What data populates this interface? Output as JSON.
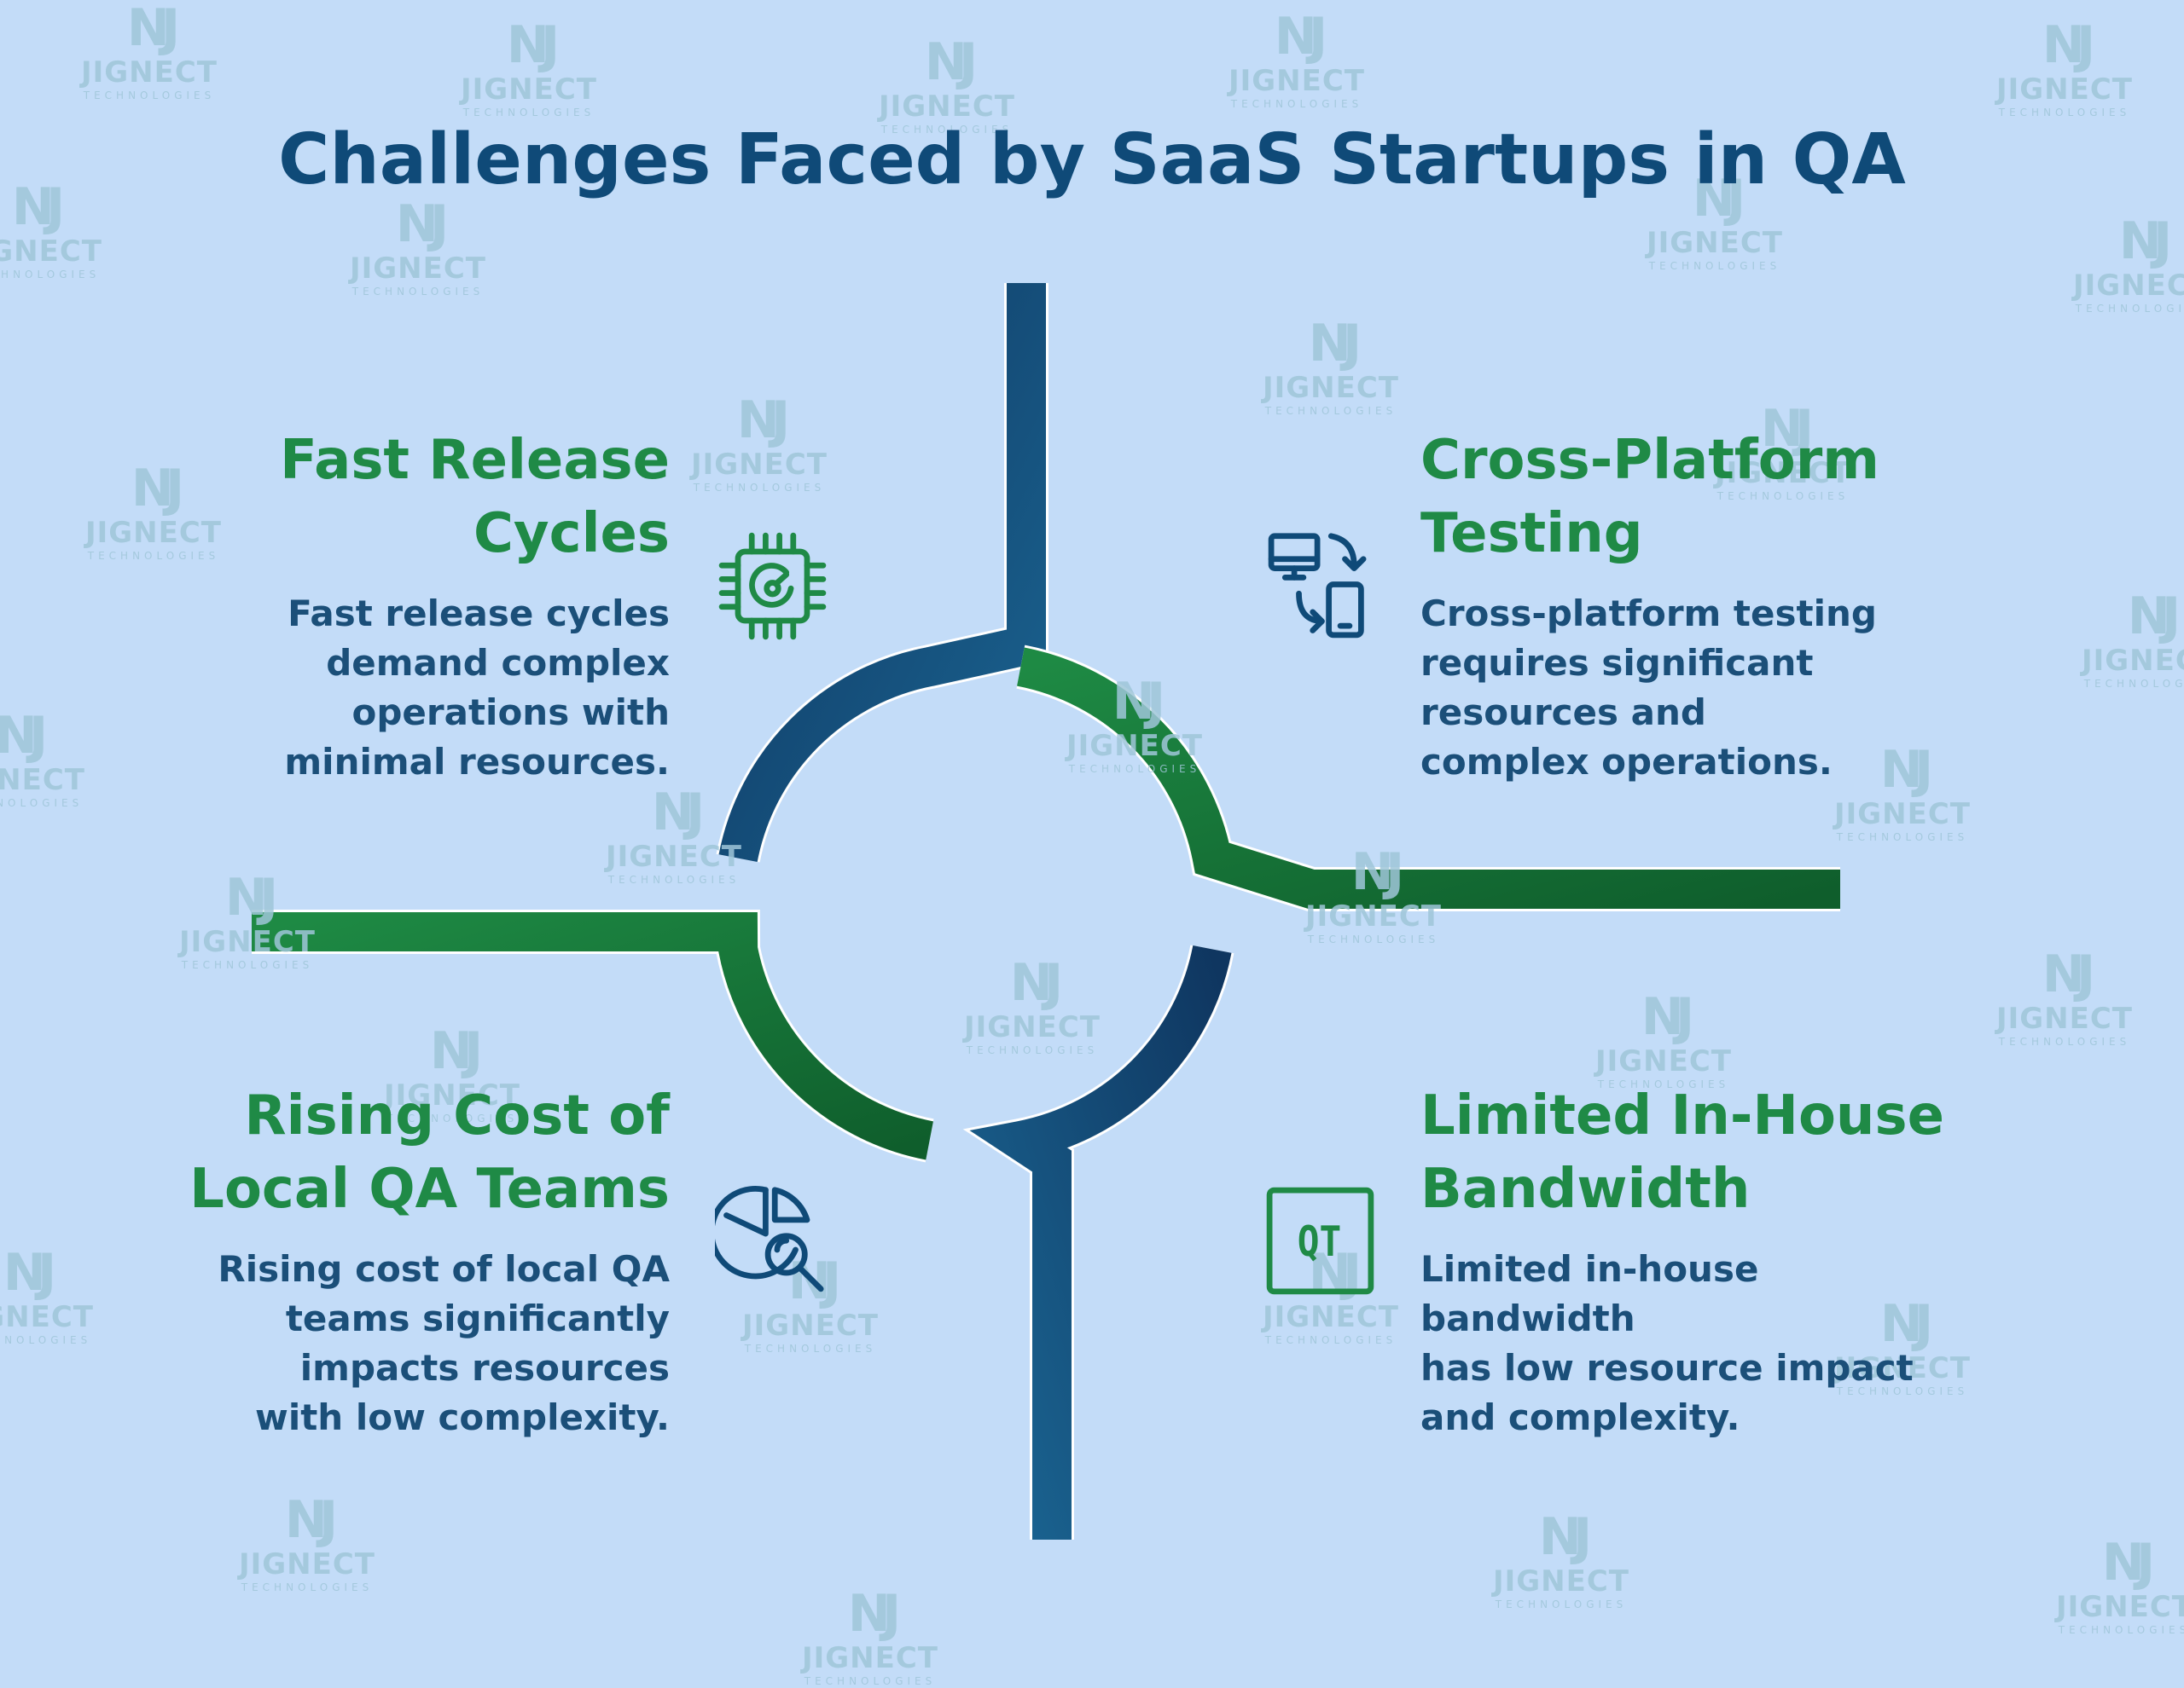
{
  "title": "Challenges Faced by SaaS Startups in QA",
  "colors": {
    "background": "#c3dcf8",
    "navy": "#0f4a78",
    "green": "#1f8a46",
    "body_text": "#1b4f79",
    "watermark": "#9fc6d9"
  },
  "watermark": {
    "monogram": "NJ",
    "name": "JIGNECT",
    "tagline": "TECHNOLOGIES"
  },
  "quadrants": {
    "top_left": {
      "heading_line1": "Fast Release",
      "heading_line2": "Cycles",
      "body": [
        "Fast release cycles",
        "demand complex",
        "operations with",
        "minimal resources."
      ],
      "icon": "chip-gauge-icon"
    },
    "top_right": {
      "heading_line1": "Cross-Platform",
      "heading_line2": "Testing",
      "body": [
        "Cross-platform testing",
        "requires significant",
        "resources and",
        "complex operations."
      ],
      "icon": "devices-sync-icon"
    },
    "bottom_left": {
      "heading_line1": "Rising Cost of",
      "heading_line2": "Local QA Teams",
      "body": [
        "Rising cost of local QA",
        "teams significantly",
        "impacts resources",
        "with low complexity."
      ],
      "icon": "pie-chart-magnifier-icon"
    },
    "bottom_right": {
      "heading_line1": "Limited In-House",
      "heading_line2": "Bandwidth",
      "body": [
        "Limited in-house bandwidth",
        "has low resource impact",
        "and complexity."
      ],
      "icon": "qt-box-icon",
      "icon_text": "QT"
    }
  }
}
